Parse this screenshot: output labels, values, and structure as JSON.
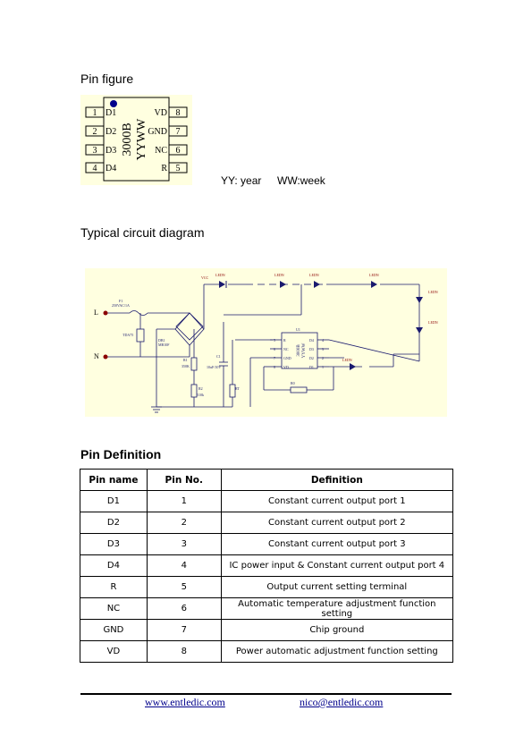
{
  "pin_figure": {
    "title": "Pin figure",
    "chip_marking_line1": "3000B",
    "chip_marking_line2": "YYWW",
    "left_pins": [
      {
        "num": "1",
        "name": "D1"
      },
      {
        "num": "2",
        "name": "D2"
      },
      {
        "num": "3",
        "name": "D3"
      },
      {
        "num": "4",
        "name": "D4"
      }
    ],
    "right_pins": [
      {
        "num": "8",
        "name": "VD"
      },
      {
        "num": "7",
        "name": "GND"
      },
      {
        "num": "6",
        "name": "NC"
      },
      {
        "num": "5",
        "name": "R"
      }
    ],
    "legend_year": "YY: year",
    "legend_week": "WW:week"
  },
  "circuit": {
    "title": "Typical circuit diagram",
    "labels": {
      "L": "L",
      "N": "N",
      "F1": "F1",
      "fuse_rating": "250VAC/1A",
      "tvs": "TDA75",
      "bridge": "DB1",
      "bridge_part": "MB10F",
      "vcc": "VCC",
      "r1": "R1",
      "r1_val": "350K",
      "r2": "R2",
      "r2_val": "510k",
      "c1": "C1",
      "c1_val": "10uF/10V",
      "rt": "RT",
      "r0": "R0",
      "u1": "U1",
      "ic_line1": "3000B",
      "ic_line2": "YYWW",
      "ic_pin_r": "R",
      "ic_pin_nc": "NC",
      "ic_pin_gnd": "GND",
      "ic_pin_vd": "VD",
      "ic_pin_d4": "D4",
      "ic_pin_d3": "D3",
      "ic_pin_d2": "D2",
      "ic_pin_d1": "D1",
      "ic_num_5": "5",
      "ic_num_6": "6",
      "ic_num_7": "7",
      "ic_num_8": "8",
      "ic_num_4": "4",
      "ic_num_3": "3",
      "ic_num_2": "2",
      "ic_num_1": "1",
      "led": "LEDN"
    }
  },
  "pin_definition": {
    "title": "Pin Definition",
    "headers": [
      "Pin name",
      "Pin No.",
      "Definition"
    ],
    "rows": [
      [
        "D1",
        "1",
        "Constant current output port 1"
      ],
      [
        "D2",
        "2",
        "Constant current output port 2"
      ],
      [
        "D3",
        "3",
        "Constant current output port 3"
      ],
      [
        "D4",
        "4",
        "IC power input & Constant current output port 4"
      ],
      [
        "R",
        "5",
        "Output current setting terminal"
      ],
      [
        "NC",
        "6",
        "Automatic temperature adjustment function setting"
      ],
      [
        "GND",
        "7",
        "Chip ground"
      ],
      [
        "VD",
        "8",
        "Power automatic adjustment function setting"
      ]
    ]
  },
  "footer": {
    "website": "www.entledic.com",
    "email": "nico@entledic.com"
  },
  "colors": {
    "figure_bg": "#ffffe0",
    "chip_dot": "#00008b",
    "wire": "#1a1a6e",
    "terminal_red": "#8b0000",
    "link": "#00008b"
  }
}
